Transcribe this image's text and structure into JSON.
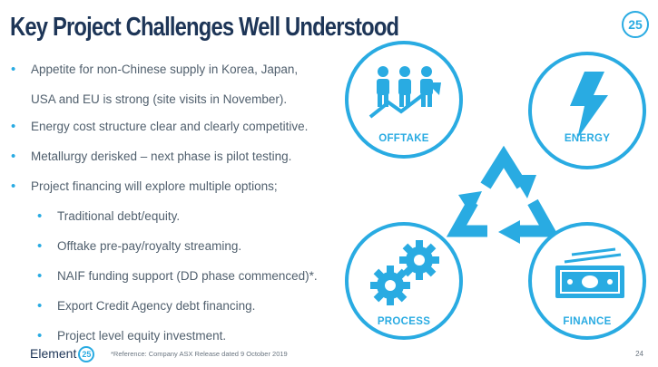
{
  "title": "Key Project Challenges Well Understood",
  "corner_logo_text": "25",
  "bullets": [
    {
      "text": "Appetite for non-Chinese supply in Korea, Japan,",
      "level": 1
    },
    {
      "text": "USA and EU is strong (site visits in November).",
      "level": 1,
      "continuation": true
    },
    {
      "text": "Energy cost structure clear and clearly competitive.",
      "level": 1
    },
    {
      "text": "Metallurgy derisked – next phase is pilot testing.",
      "level": 1
    },
    {
      "text": "Project financing will explore multiple options;",
      "level": 1
    },
    {
      "text": "Traditional debt/equity.",
      "level": 2
    },
    {
      "text": "Offtake pre-pay/royalty streaming.",
      "level": 2
    },
    {
      "text": "NAIF funding support (DD phase commenced)*.",
      "level": 2
    },
    {
      "text": "Export Credit Agency debt financing.",
      "level": 2
    },
    {
      "text": "Project level equity investment.",
      "level": 2
    }
  ],
  "bullet_glyph": "•",
  "diagram": {
    "offtake_label": "OFFTAKE",
    "energy_label": "ENERGY",
    "process_label": "PROCESS",
    "finance_label": "FINANCE",
    "accent_color": "#29abe2"
  },
  "footer": {
    "logo_text": "Element",
    "logo_number": "25",
    "reference": "*Reference: Company ASX Release dated 9 October 2019",
    "page_number": "24"
  },
  "colors": {
    "title": "#1d3557",
    "accent": "#29abe2",
    "body_text": "#51606e"
  }
}
